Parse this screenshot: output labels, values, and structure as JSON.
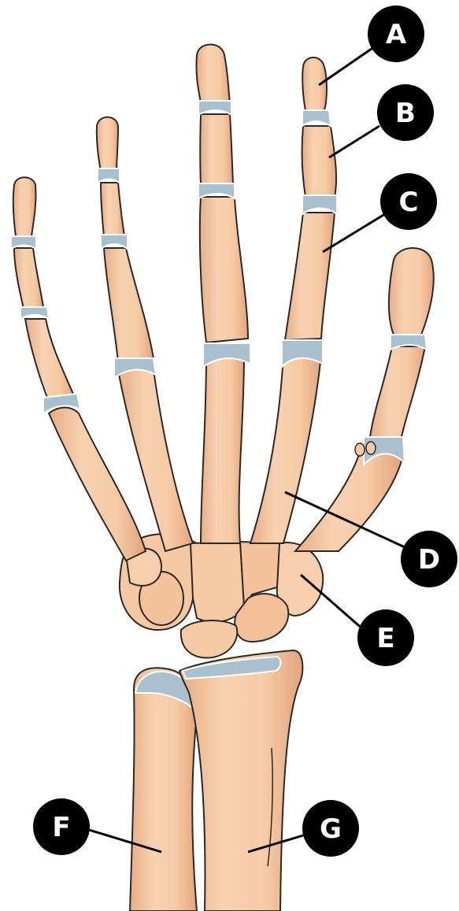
{
  "diagram": {
    "labels": [
      {
        "id": "A",
        "text": "A"
      },
      {
        "id": "B",
        "text": "B"
      },
      {
        "id": "C",
        "text": "C"
      },
      {
        "id": "D",
        "text": "D"
      },
      {
        "id": "E",
        "text": "E"
      },
      {
        "id": "F",
        "text": "F"
      },
      {
        "id": "G",
        "text": "G"
      }
    ],
    "colors": {
      "bone": "#f6c9a3",
      "bone_shadow": "#e6aa82",
      "cartilage": "#a9c0cf",
      "outline": "#2a2a2a",
      "badge": "#000000",
      "badge_text": "#ffffff"
    }
  }
}
